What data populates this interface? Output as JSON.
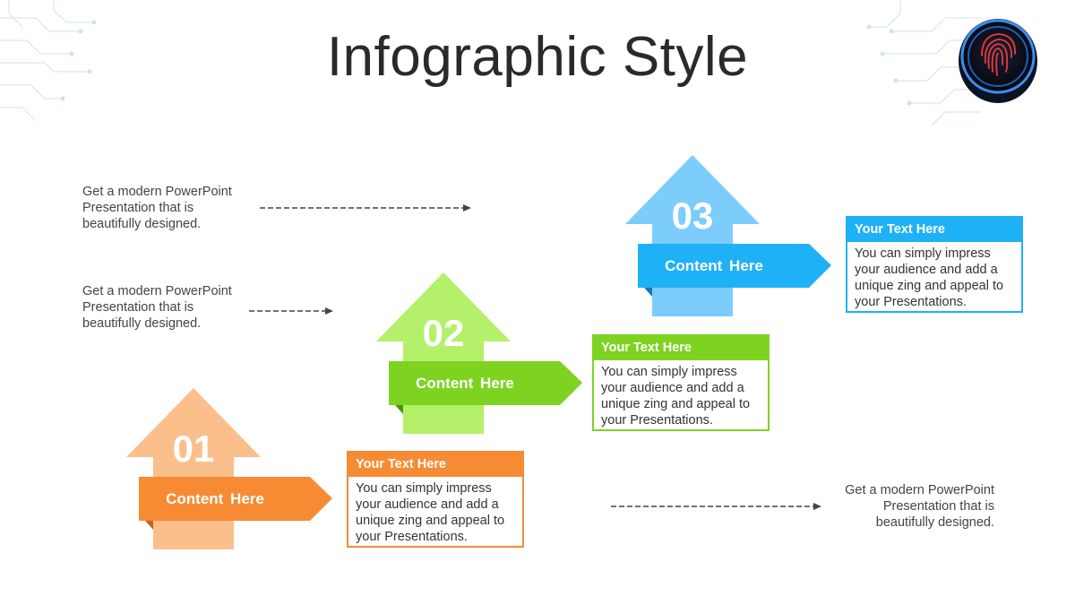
{
  "title": "Infographic Style",
  "side_notes": [
    "Get a modern PowerPoint Presentation that is beautifully designed.",
    "Get a modern PowerPoint Presentation that is beautifully designed.",
    "Get a modern PowerPoint Presentation that is beautifully designed."
  ],
  "steps": [
    {
      "number": "01",
      "label": "Content  Here",
      "box_title": "Your Text Here",
      "box_text": "You can simply impress your audience and add a unique zing and appeal to your Presentations.",
      "colors": {
        "arrow": "#fbbf8c",
        "banner": "#f68b34",
        "fold": "#c5621c",
        "box": "#f68b34"
      }
    },
    {
      "number": "02",
      "label": "Content  Here",
      "box_title": "Your Text Here",
      "box_text": "You can simply impress your audience and add a unique zing and appeal to your Presentations.",
      "colors": {
        "arrow": "#b4f06a",
        "banner": "#7ed321",
        "fold": "#4e9410",
        "box": "#7ed321"
      }
    },
    {
      "number": "03",
      "label": "Content  Here",
      "box_title": "Your Text Here",
      "box_text": "You can simply impress your audience and add a unique zing and appeal to your Presentations.",
      "colors": {
        "arrow": "#7ccdfb",
        "banner": "#1fb1f6",
        "fold": "#0f7ab5",
        "box": "#1fb1f6"
      }
    }
  ],
  "icons": {
    "corner_decor": "circuit-pattern-icon",
    "badge": "fingerprint-icon"
  }
}
